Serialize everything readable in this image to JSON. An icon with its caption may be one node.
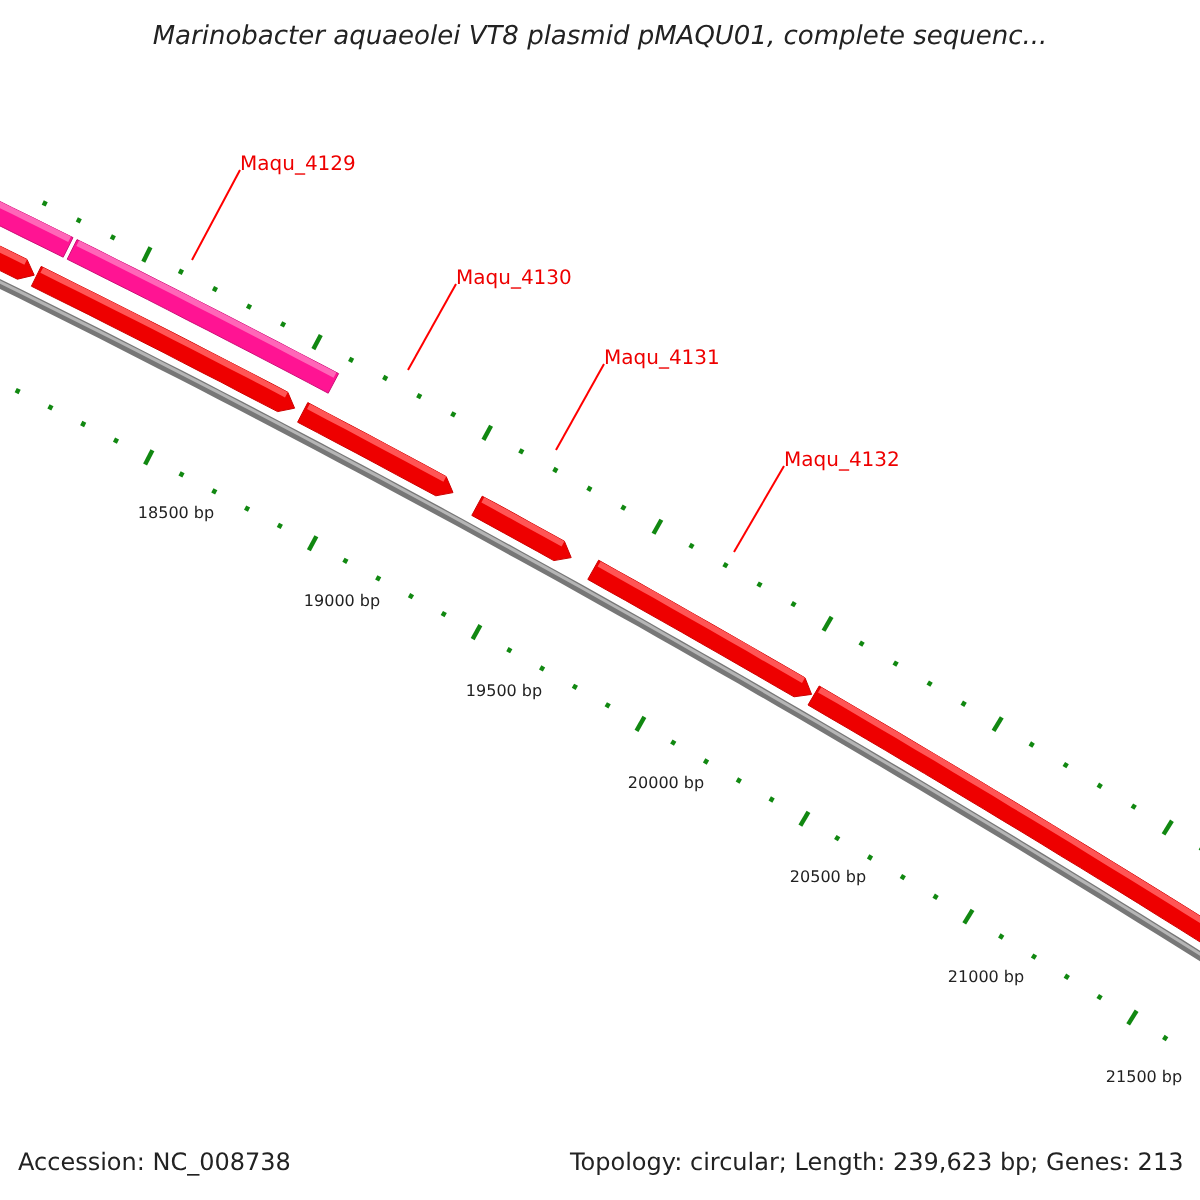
{
  "diagram": {
    "title": "Marinobacter aquaeolei VT8 plasmid pMAQU01, complete sequenc...",
    "nodes": [
      {
        "text": [
          "Maqu_4129"
        ]
      },
      {
        "text": [
          "Maqu_4130"
        ]
      },
      {
        "text": [
          "Maqu_4131"
        ]
      },
      {
        "text": [
          "Maqu_4132"
        ]
      }
    ],
    "edges": [
      {
        "from": 0,
        "to": null,
        "arrow": "none"
      },
      {
        "from": 1,
        "to": null,
        "arrow": "none"
      },
      {
        "from": 2,
        "to": null,
        "arrow": "none"
      },
      {
        "from": 3,
        "to": null,
        "arrow": "none"
      }
    ],
    "labels": [
      "18500 bp",
      "19000 bp",
      "19500 bp",
      "20000 bp",
      "20500 bp",
      "21000 bp",
      "21500 bp",
      "Accession: NC_008738",
      "Topology: circular; Length: 239,623 bp; Genes: 213"
    ]
  }
}
